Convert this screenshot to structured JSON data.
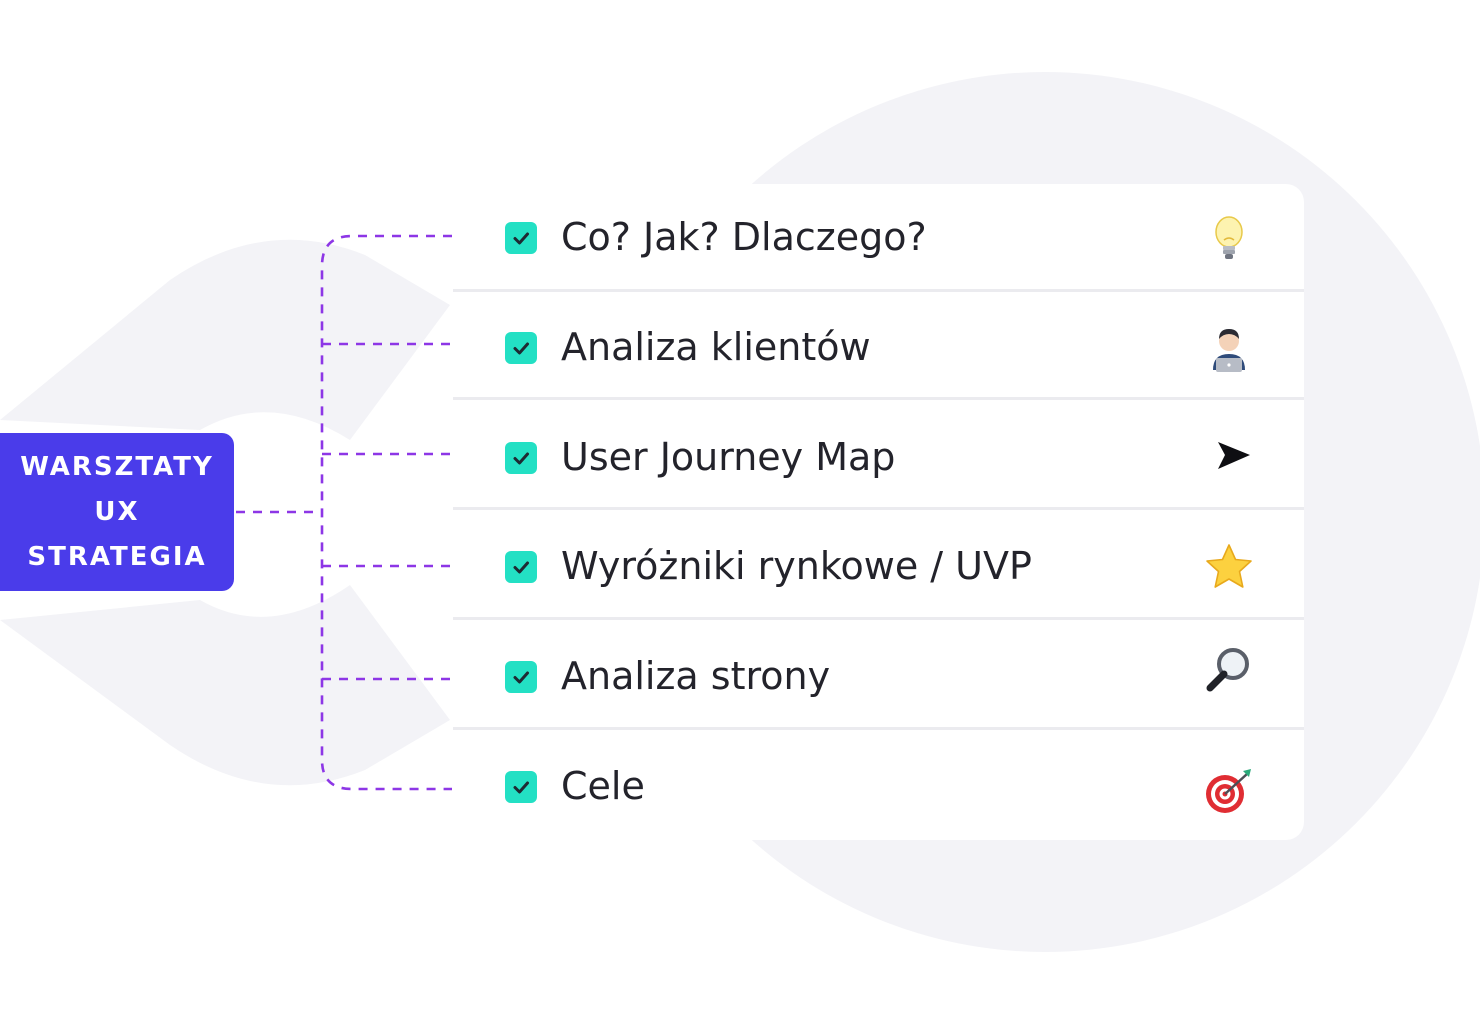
{
  "colors": {
    "accent": "#4a3cea",
    "check": "#23e0c4",
    "connector": "#8d36e6",
    "background_shape": "#f3f3f7"
  },
  "root": {
    "lines": [
      "WARSZTATY",
      "UX",
      "STRATEGIA"
    ]
  },
  "items": [
    {
      "label": "Co? Jak? Dlaczego?",
      "icon": "light-bulb-icon",
      "checked": true
    },
    {
      "label": "Analiza klientów",
      "icon": "person-laptop-icon",
      "checked": true
    },
    {
      "label": "User Journey Map",
      "icon": "arrow-pointer-icon",
      "checked": true
    },
    {
      "label": "Wyróżniki rynkowe / UVP",
      "icon": "star-icon",
      "checked": true
    },
    {
      "label": "Analiza strony",
      "icon": "magnifying-glass-icon",
      "checked": true
    },
    {
      "label": "Cele",
      "icon": "target-dart-icon",
      "checked": true
    }
  ]
}
